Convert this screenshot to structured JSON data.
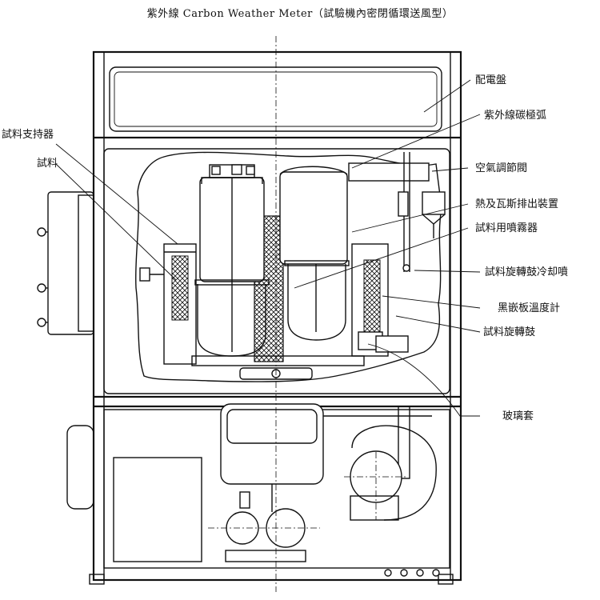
{
  "title": "紫外線 Carbon Weather Meter（試驗機內密閉循環送風型）",
  "labels": {
    "switchboard": "配電盤",
    "uv_carbon_arc": "紫外線碳極弧",
    "specimen_holder": "試料支持器",
    "specimen": "試料",
    "air_valve": "空氣調節閥",
    "heat_gas_exhaust": "熱及瓦斯排出裝置",
    "specimen_sprayer": "試料用噴霧器",
    "drum_cooling": "試料旋轉鼓冷却噴",
    "black_panel_thermometer": "黑嵌板溫度計",
    "specimen_drum": "試料旋轉鼓",
    "glass_globe": "玻璃套"
  }
}
